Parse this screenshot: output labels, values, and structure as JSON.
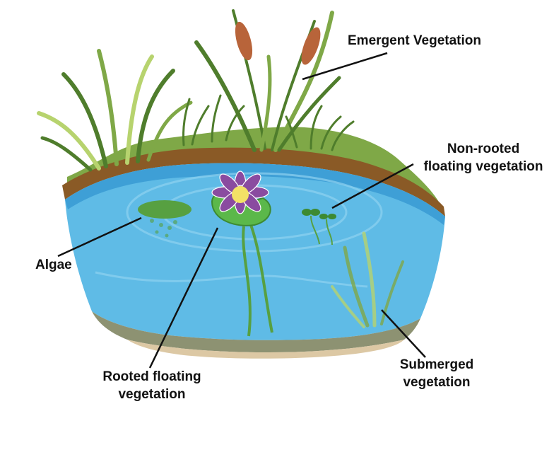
{
  "labels": {
    "emergent": "Emergent Vegetation",
    "nonrooted_line1": "Non-rooted",
    "nonrooted_line2": "floating vegetation",
    "algae": "Algae",
    "rooted_line1": "Rooted floating",
    "rooted_line2": "vegetation",
    "submerged_line1": "Submerged",
    "submerged_line2": "vegetation"
  },
  "colors": {
    "water": "#5fbbe6",
    "water_deep": "#3e9fd6",
    "soil": "#8a5a26",
    "bank_grass": "#7fa847",
    "pond_bottom": "#8d9272",
    "sand": "#dcc8a4",
    "grass_dark": "#4f7d2c",
    "grass_light": "#b7d36e",
    "cattail": "#b8643a",
    "algae": "#57a041",
    "lily_pad": "#5bb84a",
    "flower": "#8a4ba0",
    "flower_center": "#f3e266",
    "leader_line": "#111111"
  }
}
